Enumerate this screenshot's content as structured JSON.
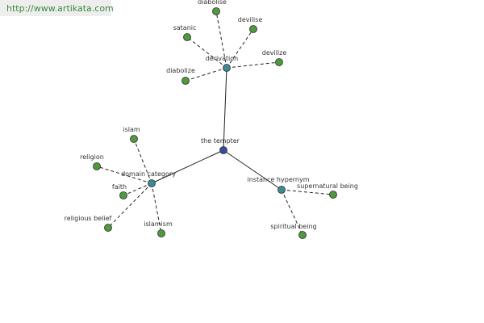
{
  "url": "http://www.artikata.com",
  "colors": {
    "center_node": "#3a4d9a",
    "relation_node": "#3d8a94",
    "leaf_node": "#4f9a3e",
    "node_stroke": "#2a2a2a",
    "edge": "#222222",
    "url_text": "#3a8a3a",
    "banner": "#eeeeee"
  },
  "graph": {
    "center": {
      "label": "the tempter"
    },
    "relations": [
      {
        "label": "derivation",
        "leaves": [
          "diabolise",
          "devilise",
          "satanic",
          "devilize",
          "diabolize"
        ]
      },
      {
        "label": "domain category",
        "leaves": [
          "islam",
          "religion",
          "faith",
          "religious belief",
          "islamism"
        ]
      },
      {
        "label": "instance hypernym",
        "leaves": [
          "supernatural being",
          "spiritual being"
        ]
      }
    ]
  }
}
